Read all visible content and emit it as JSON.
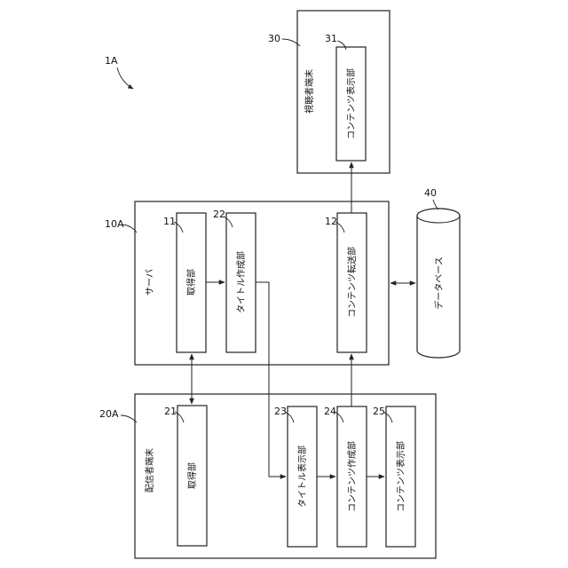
{
  "system": {
    "ref": "1A"
  },
  "server": {
    "ref": "10A",
    "label": "サーバ",
    "acquire": {
      "ref": "11",
      "label": "取得部"
    },
    "title_creator": {
      "ref": "22",
      "label": "タイトル作成部"
    },
    "content_transfer": {
      "ref": "12",
      "label": "コンテンツ転送部"
    }
  },
  "viewer_terminal": {
    "ref": "30",
    "label": "視聴者端末",
    "content_display": {
      "ref": "31",
      "label": "コンテンツ表示部"
    }
  },
  "distributor_terminal": {
    "ref": "20A",
    "label": "配信者端末",
    "acquire": {
      "ref": "21",
      "label": "取得部"
    },
    "title_display": {
      "ref": "23",
      "label": "タイトル表示部"
    },
    "content_creator": {
      "ref": "24",
      "label": "コンテンツ作成部"
    },
    "content_display": {
      "ref": "25",
      "label": "コンテンツ表示部"
    }
  },
  "database": {
    "ref": "40",
    "label": "データベース"
  }
}
